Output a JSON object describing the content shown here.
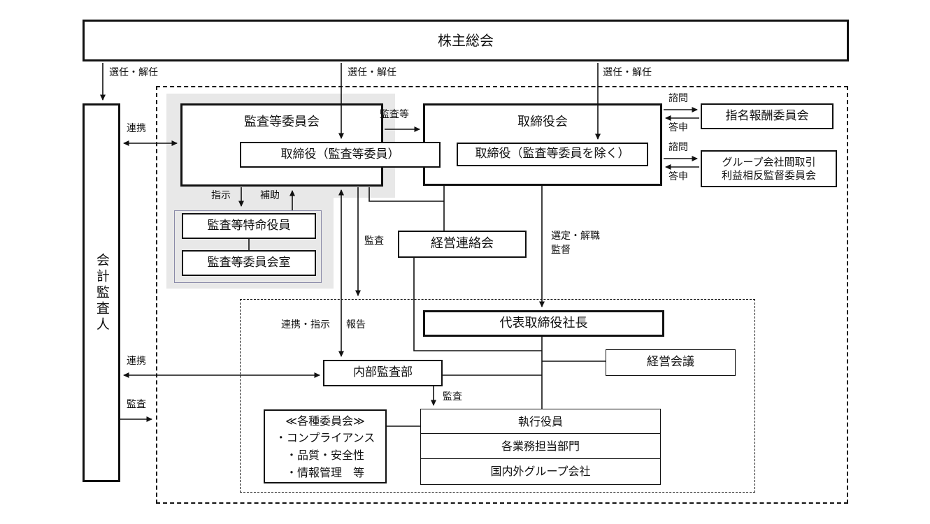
{
  "diagram": {
    "shareholders_meeting": "株主総会",
    "accounting_auditor": "会計監査人",
    "audit_committee": "監査等委員会",
    "audit_committee_members": "取締役（監査等委員）",
    "board": "取締役会",
    "board_members": "取締役（監査等委員を除く）",
    "nomination_committee": "指名報酬委員会",
    "group_committee_line1": "グループ会社間取引",
    "group_committee_line2": "利益相反監督委員会",
    "special_audit_officer": "監査等特命役員",
    "audit_committee_office": "監査等委員会室",
    "management_liaison": "経営連絡会",
    "president": "代表取締役社長",
    "management_meeting": "経営会議",
    "internal_audit": "内部監査部",
    "committees": {
      "title": "≪各種委員会≫",
      "items": [
        "・コンプライアンス",
        "・品質・安全性",
        "・情報管理　等"
      ]
    },
    "executive_officers": "執行役員",
    "business_divisions": "各業務担当部門",
    "group_companies": "国内外グループ会社",
    "labels": {
      "appoint_dismiss": "選任・解任",
      "cooperation": "連携",
      "audit_etc": "監査等",
      "consult": "諮問",
      "answer": "答申",
      "instruct": "指示",
      "assist": "補助",
      "audit": "監査",
      "coop_instruct": "連携・指示",
      "report": "報告",
      "select_dismiss": "選定・解職",
      "supervise": "監督"
    }
  }
}
